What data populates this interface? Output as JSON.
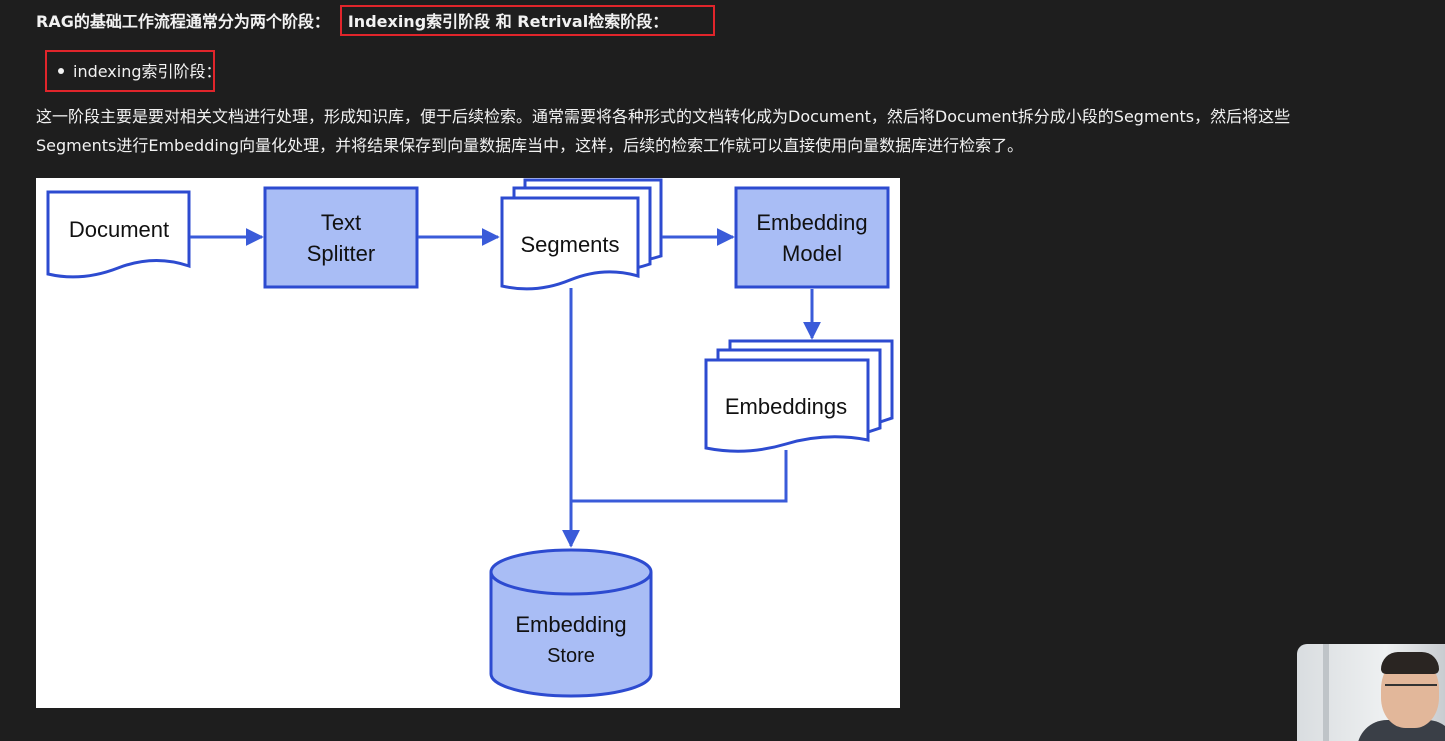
{
  "heading": {
    "prefix": "RAG的基础工作流程通常分为两个阶段：",
    "highlight": "Indexing索引阶段 和 Retrival检索阶段："
  },
  "bullet": {
    "label": "indexing索引阶段："
  },
  "paragraph": {
    "line1": "这一阶段主要是要对相关文档进行处理，形成知识库，便于后续检索。通常需要将各种形式的文档转化成为Document，然后将Document拆分成小段的Segments，然后将这些",
    "line2": "Segments进行Embedding向量化处理，并将结果保存到向量数据库当中，这样，后续的检索工作就可以直接使用向量数据库进行检索了。"
  },
  "diagram": {
    "document": "Document",
    "text_splitter_1": "Text",
    "text_splitter_2": "Splitter",
    "segments": "Segments",
    "embedding_model_1": "Embedding",
    "embedding_model_2": "Model",
    "embeddings": "Embeddings",
    "store_1": "Embedding",
    "store_2": "Store"
  },
  "colors": {
    "accent_red": "#e0252b",
    "diagram_blue": "#3a5bd9",
    "diagram_fill": "#a9bdf5"
  }
}
